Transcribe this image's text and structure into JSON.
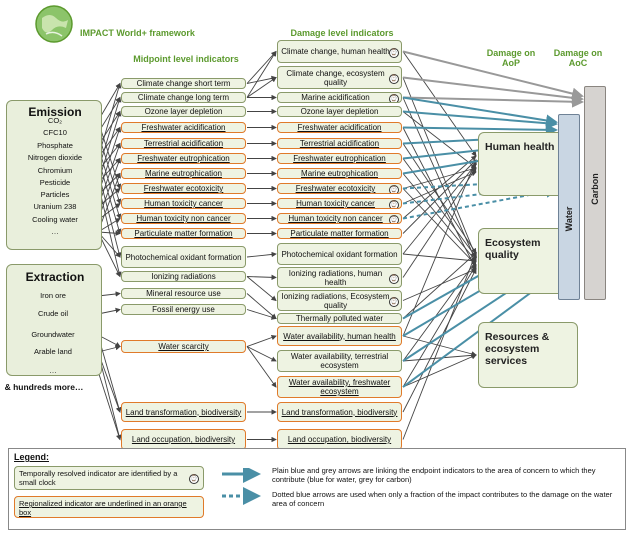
{
  "title": "IMPACT World+ framework",
  "headers": {
    "midpoint": "Midpoint level indicators",
    "damage": "Damage level indicators",
    "aop": "Damage on AoP",
    "aoc": "Damage on AoC"
  },
  "emission": {
    "title": "Emission",
    "items": [
      "CO₂",
      "CFC10",
      "Phosphate",
      "Nitrogen dioxide",
      "Chromium",
      "Pesticide",
      "Particles",
      "Uranium 238",
      "Cooling water",
      "…"
    ]
  },
  "extraction": {
    "title": "Extraction",
    "items": [
      "Iron ore",
      "Crude oil",
      "Groundwater",
      "Arable land",
      "…"
    ],
    "more": "& hundreds more…"
  },
  "midpoints": [
    {
      "label": "Climate change short term",
      "regional": false
    },
    {
      "label": "Climate change long term",
      "regional": false
    },
    {
      "label": "Ozone layer depletion",
      "regional": false
    },
    {
      "label": "Freshwater acidification",
      "regional": true
    },
    {
      "label": "Terrestrial acidification",
      "regional": true
    },
    {
      "label": "Freshwater eutrophication",
      "regional": true
    },
    {
      "label": "Marine eutrophication",
      "regional": true
    },
    {
      "label": "Freshwater ecotoxicity",
      "regional": true
    },
    {
      "label": "Human toxicity cancer",
      "regional": true
    },
    {
      "label": "Human toxicity non cancer",
      "regional": true
    },
    {
      "label": "Particulate matter formation",
      "regional": true
    },
    {
      "label": "Photochemical oxidant formation",
      "regional": false
    },
    {
      "label": "Ionizing radiations",
      "regional": false
    },
    {
      "label": "Mineral resource use",
      "regional": false
    },
    {
      "label": "Fossil energy use",
      "regional": false
    },
    {
      "label": "Water scarcity",
      "regional": true
    },
    {
      "label": "Land transformation, biodiversity",
      "regional": true
    },
    {
      "label": "Land occupation, biodiversity",
      "regional": true
    }
  ],
  "damages": [
    {
      "label": "Climate change, human health",
      "regional": false,
      "clock": true
    },
    {
      "label": "Climate change, ecosystem quality",
      "regional": false,
      "clock": true
    },
    {
      "label": "Marine acidification",
      "regional": false,
      "clock": true
    },
    {
      "label": "Ozone layer depletion",
      "regional": false,
      "clock": false
    },
    {
      "label": "Freshwater acidification",
      "regional": true,
      "clock": false
    },
    {
      "label": "Terrestrial acidification",
      "regional": true,
      "clock": false
    },
    {
      "label": "Freshwater eutrophication",
      "regional": true,
      "clock": false
    },
    {
      "label": "Marine eutrophication",
      "regional": true,
      "clock": false
    },
    {
      "label": "Freshwater ecotoxicity",
      "regional": true,
      "clock": true
    },
    {
      "label": "Human toxicity cancer",
      "regional": true,
      "clock": true
    },
    {
      "label": "Human toxicity non cancer",
      "regional": true,
      "clock": true
    },
    {
      "label": "Particulate matter formation",
      "regional": true,
      "clock": false
    },
    {
      "label": "Photochemical oxidant formation",
      "regional": false,
      "clock": false
    },
    {
      "label": "Ionizing radiations, human health",
      "regional": false,
      "clock": true
    },
    {
      "label": "Ionizing radiations, Ecosystem quality",
      "regional": false,
      "clock": true
    },
    {
      "label": "Thermally polluted water",
      "regional": false,
      "clock": false
    },
    {
      "label": "Water availability, human health",
      "regional": true,
      "clock": false
    },
    {
      "label": "Water availability, terrestrial ecosystem",
      "regional": false,
      "clock": false
    },
    {
      "label": "Water availability, freshwater ecosystem",
      "regional": true,
      "clock": false
    },
    {
      "label": "Land transformation, biodiversity",
      "regional": true,
      "clock": false
    },
    {
      "label": "Land occupation, biodiversity",
      "regional": true,
      "clock": false
    }
  ],
  "aop": [
    {
      "label": "Human health"
    },
    {
      "label": "Ecosystem quality"
    },
    {
      "label": "Resources & ecosystem services"
    }
  ],
  "aoc": {
    "water": "Water",
    "carbon": "Carbon"
  },
  "clock_glyph": "⌚",
  "colors": {
    "blue_arrow": "#4a8fa6",
    "grey_arrow": "#999999",
    "regional_border": "#e07a2a",
    "header_green": "#5c9a2e"
  },
  "legend": {
    "title": "Legend:",
    "clock_item": "Temporally resolved indicator are identified by a small clock",
    "regional_item": "Regionalized indicator are underlined in an orange box",
    "solid_text": "Plain blue and grey arrows are linking the endpoint indicators to the  area of concern to which they contribute (blue for water, grey for carbon)",
    "dashed_text": "Dotted blue arrows are used when only a fraction of the impact contributes to the damage on the water area of concern"
  }
}
